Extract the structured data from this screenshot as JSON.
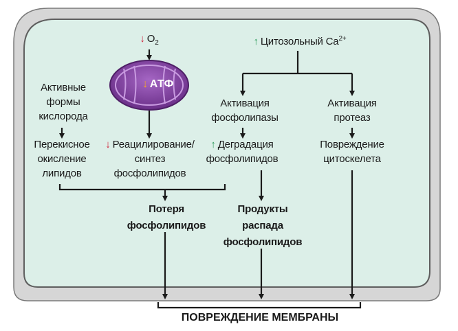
{
  "colors": {
    "cell_fill": "#dcefe8",
    "cell_border": "#cfcfcf",
    "cell_outline": "#6f6f6f",
    "mito_outer": "#7a3e96",
    "mito_inner": "#b77fcf",
    "arrow": "#1a1a1a",
    "decrease": "#d0233a",
    "increase": "#2c9a5a",
    "atp_arrow": "#f5a623"
  },
  "nodes": {
    "o2": {
      "arrow": "↓",
      "text": "O",
      "sub": "2"
    },
    "ca": {
      "arrow": "↑",
      "text": "Цитозольный Ca",
      "sup": "2+"
    },
    "atp": {
      "arrow": "↓",
      "text": "АТФ"
    },
    "ros": [
      "Активные",
      "формы",
      "кислорода"
    ],
    "perox": [
      "Перекисное",
      "окисление",
      "липидов"
    ],
    "reacyl": {
      "arrow": "↓",
      "lines": [
        "Реацилирование/",
        "синтез",
        "фосфолипидов"
      ]
    },
    "pla": [
      "Активация",
      "фосфолипазы"
    ],
    "degr": {
      "arrow": "↑",
      "lines": [
        "Деградация",
        "фосфолипидов"
      ]
    },
    "prot": [
      "Активация",
      "протеаз"
    ],
    "cyto": [
      "Повреждение",
      "цитоскелета"
    ],
    "loss": [
      "Потеря",
      "фосфолипидов"
    ],
    "products": [
      "Продукты",
      "распада",
      "фосфолипидов"
    ],
    "damage": "ПОВРЕЖДЕНИЕ МЕМБРАНЫ"
  }
}
